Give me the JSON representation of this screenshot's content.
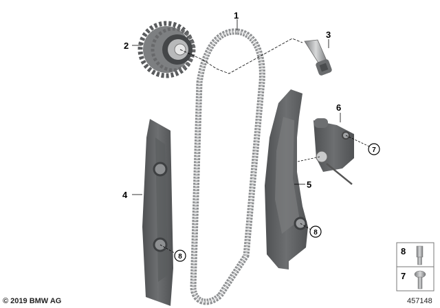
{
  "diagram": {
    "callouts": [
      {
        "id": "1",
        "part": "chain"
      },
      {
        "id": "2",
        "part": "sprocket"
      },
      {
        "id": "3",
        "part": "bolt"
      },
      {
        "id": "4",
        "part": "guide-rail"
      },
      {
        "id": "5",
        "part": "tensioner-rail"
      },
      {
        "id": "6",
        "part": "chain-tensioner"
      },
      {
        "id": "7",
        "part": "screw"
      },
      {
        "id": "8",
        "part": "pin"
      }
    ],
    "circled_callouts": [
      "7",
      "8",
      "8"
    ],
    "legend": [
      {
        "id": "8",
        "part": "pin"
      },
      {
        "id": "7",
        "part": "screw"
      }
    ],
    "image_number": "457148",
    "copyright": "© 2019 BMW AG",
    "colors": {
      "part_dark": "#5e6062",
      "part_mid": "#8a8c8e",
      "chain": "#9c9ea0",
      "line": "#000000"
    }
  }
}
